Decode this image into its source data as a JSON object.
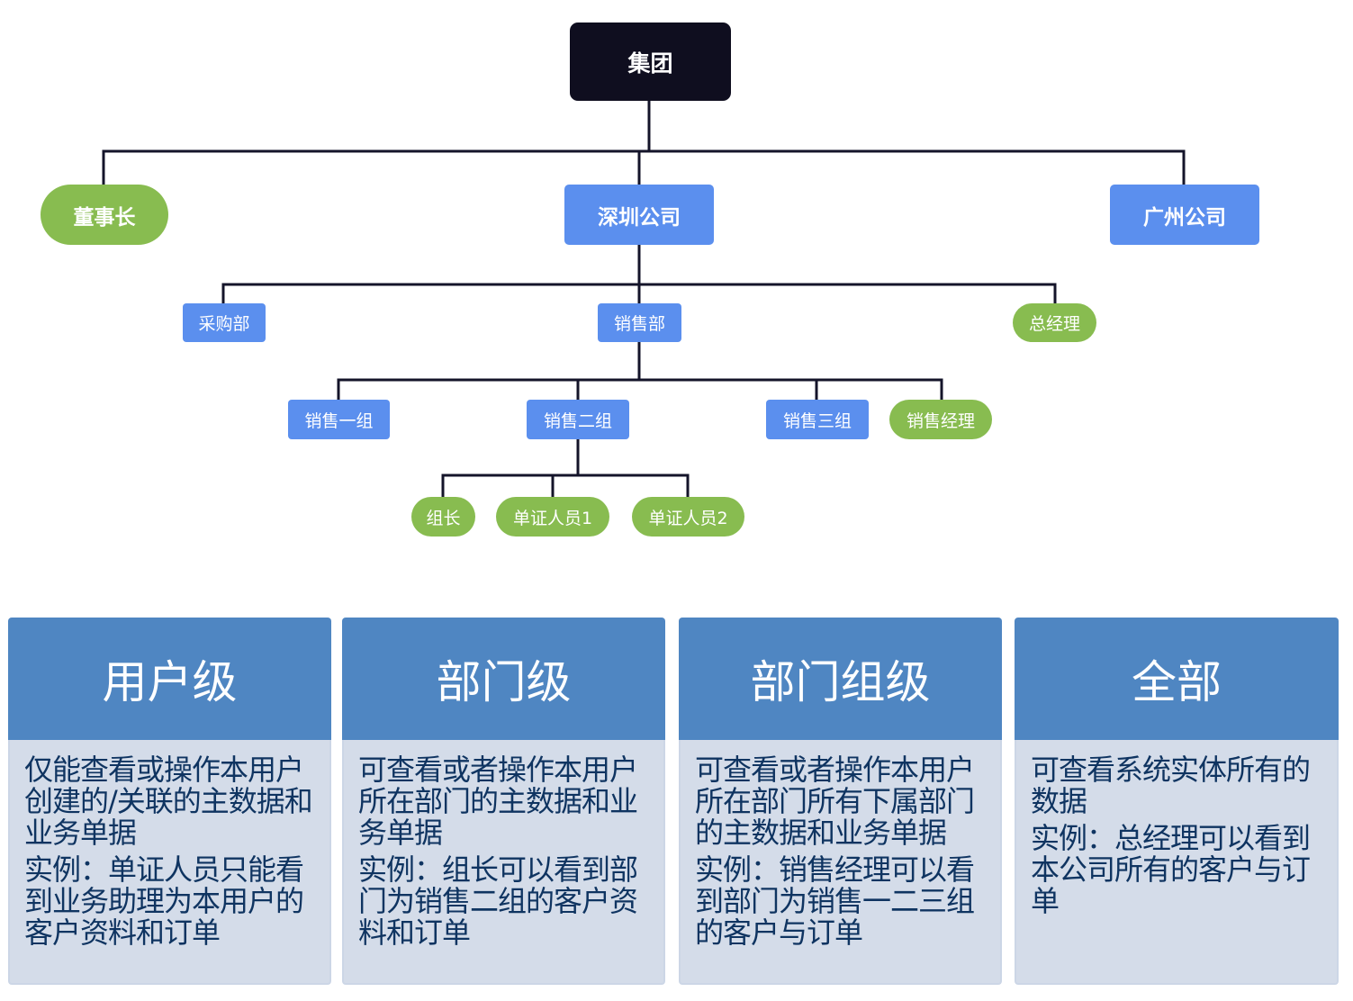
{
  "org_chart": {
    "root": {
      "label": "集团"
    },
    "level1": [
      {
        "label": "董事长",
        "kind": "role"
      },
      {
        "label": "深圳公司",
        "kind": "unit"
      },
      {
        "label": "广州公司",
        "kind": "unit"
      }
    ],
    "shenzhen_children": [
      {
        "label": "采购部",
        "kind": "unit"
      },
      {
        "label": "销售部",
        "kind": "unit"
      },
      {
        "label": "总经理",
        "kind": "role"
      }
    ],
    "sales_children": [
      {
        "label": "销售一组",
        "kind": "unit"
      },
      {
        "label": "销售二组",
        "kind": "unit"
      },
      {
        "label": "销售三组",
        "kind": "unit"
      },
      {
        "label": "销售经理",
        "kind": "role"
      }
    ],
    "group2_children": [
      {
        "label": "组长",
        "kind": "role"
      },
      {
        "label": "单证人员1",
        "kind": "role"
      },
      {
        "label": "单证人员2",
        "kind": "role"
      }
    ]
  },
  "colors": {
    "root": "#0f0e1f",
    "unit": "#5b8fee",
    "role": "#88bc50",
    "connector": "#14142a",
    "card_header": "#4f86c2",
    "card_body": "#d4dce9",
    "card_text": "#0f3461"
  },
  "permission_levels": [
    {
      "title": "用户级",
      "description": "仅能查看或操作本用户创建的/关联的主数据和业务单据",
      "example": "实例：单证人员只能看到业务助理为本用户的客户资料和订单"
    },
    {
      "title": "部门级",
      "description": "可查看或者操作本用户所在部门的主数据和业务单据",
      "example": "实例：组长可以看到部门为销售二组的客户资料和订单"
    },
    {
      "title": "部门组级",
      "description": "可查看或者操作本用户所在部门所有下属部门的主数据和业务单据",
      "example": "实例：销售经理可以看到部门为销售一二三组的客户与订单"
    },
    {
      "title": "全部",
      "description": "可查看系统实体所有的数据",
      "example": "实例：总经理可以看到本公司所有的客户与订单"
    }
  ]
}
